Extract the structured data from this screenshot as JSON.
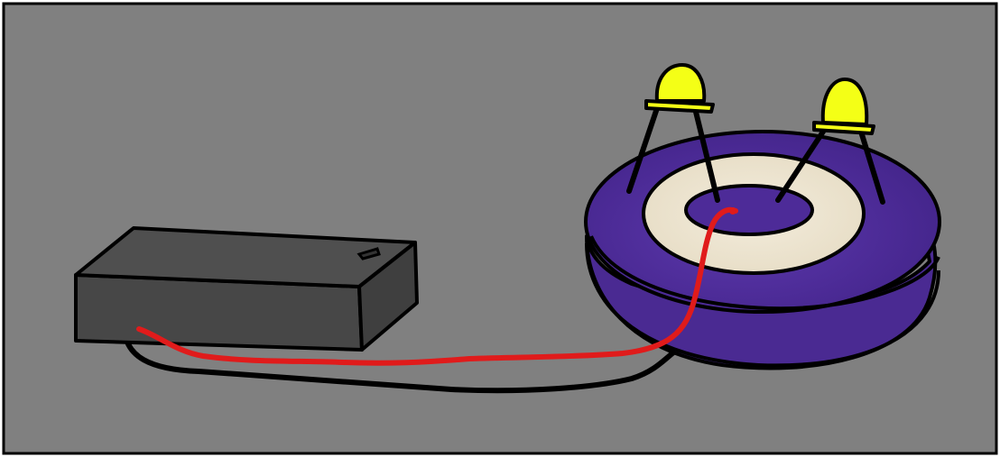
{
  "scene": {
    "description_visible_text": "",
    "colors": {
      "page_background": "#ffffff",
      "panel_background": "#808080",
      "outline": "#000000",
      "battery_box": "#4a4a4a",
      "battery_box_top": "#4e4e4e",
      "ring_purple": "#4b2a95",
      "ring_highlight": "#5a36a8",
      "inner_ring_cream": "#ece3cf",
      "led_yellow": "#f5ff1a",
      "wire_red": "#e01b1b",
      "wire_black": "#000000"
    },
    "objects": [
      {
        "name": "battery-box",
        "label": ""
      },
      {
        "name": "lilypad-ring",
        "label": ""
      },
      {
        "name": "led-left",
        "label": ""
      },
      {
        "name": "led-right",
        "label": ""
      },
      {
        "name": "red-wire",
        "label": ""
      },
      {
        "name": "black-wire",
        "label": ""
      }
    ]
  }
}
